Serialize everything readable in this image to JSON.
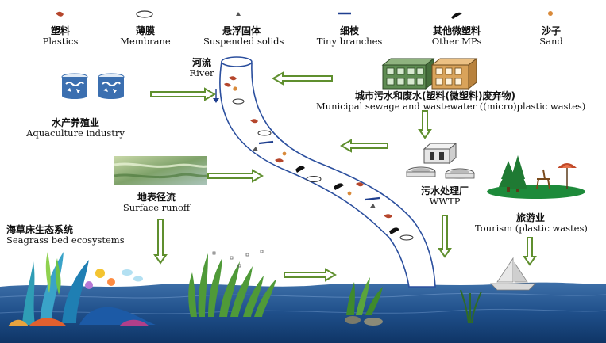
{
  "legend": [
    {
      "zh": "塑料",
      "en": "Plastics",
      "icon": "plastic-fragment-icon"
    },
    {
      "zh": "薄膜",
      "en": "Membrane",
      "icon": "membrane-icon"
    },
    {
      "zh": "悬浮固体",
      "en": "Suspended  solids",
      "icon": "suspended-solid-icon"
    },
    {
      "zh": "细枝",
      "en": "Tiny branches",
      "icon": "tiny-branch-icon"
    },
    {
      "zh": "其他微塑料",
      "en": "Other MPs",
      "icon": "other-mp-icon"
    },
    {
      "zh": "沙子",
      "en": "Sand",
      "icon": "sand-grain-icon"
    }
  ],
  "labels": {
    "river": {
      "zh": "河流",
      "en": "River"
    },
    "aquaculture": {
      "zh": "水产养殖业",
      "en": "Aquaculture industry"
    },
    "municipal": {
      "zh": "城市污水和废水(塑料(微塑料)废弃物)",
      "en": "Municipal sewage and wastewater ((micro)plastic wastes)"
    },
    "runoff": {
      "zh": "地表径流",
      "en": "Surface runoff"
    },
    "wwtp": {
      "zh": "污水处理厂",
      "en": "WWTP"
    },
    "tourism": {
      "zh": "旅游业",
      "en": "Tourism (plastic wastes)"
    },
    "seagrass": {
      "zh": "海草床生态系统",
      "en": "Seagrass bed ecosystems"
    }
  },
  "colors": {
    "arrow_green": "#5f8f2e",
    "river_blue": "#2b4f9e",
    "sea_blue": "#1f4f8a",
    "plastic_red": "#b5462c",
    "building_green": "#5e8c52",
    "building_orange": "#d9a35a"
  }
}
